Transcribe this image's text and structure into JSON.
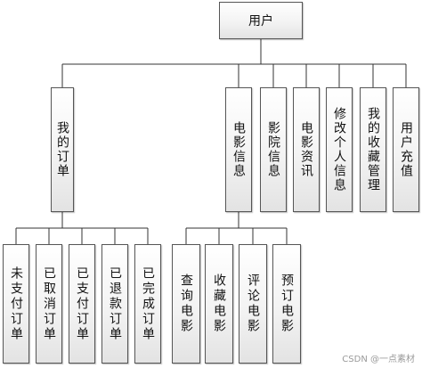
{
  "diagram": {
    "root": {
      "label": "用户"
    },
    "level1": {
      "my_orders": "我的订单",
      "movie_info": "电影信息",
      "cinema_info": "影院信息",
      "movie_news": "电影资讯",
      "edit_profile": "修改个人信息",
      "my_favorites": "我的收藏管理",
      "user_recharge": "用户充值"
    },
    "orders_children": {
      "unpaid": "未支付订单",
      "cancelled": "已取消订单",
      "paid": "已支付订单",
      "refunded": "已退款订单",
      "completed": "已完成订单"
    },
    "movie_children": {
      "search": "查询电影",
      "collect": "收藏电影",
      "review": "评论电影",
      "book": "预订电影"
    }
  },
  "watermark": "CSDN @一点素材"
}
